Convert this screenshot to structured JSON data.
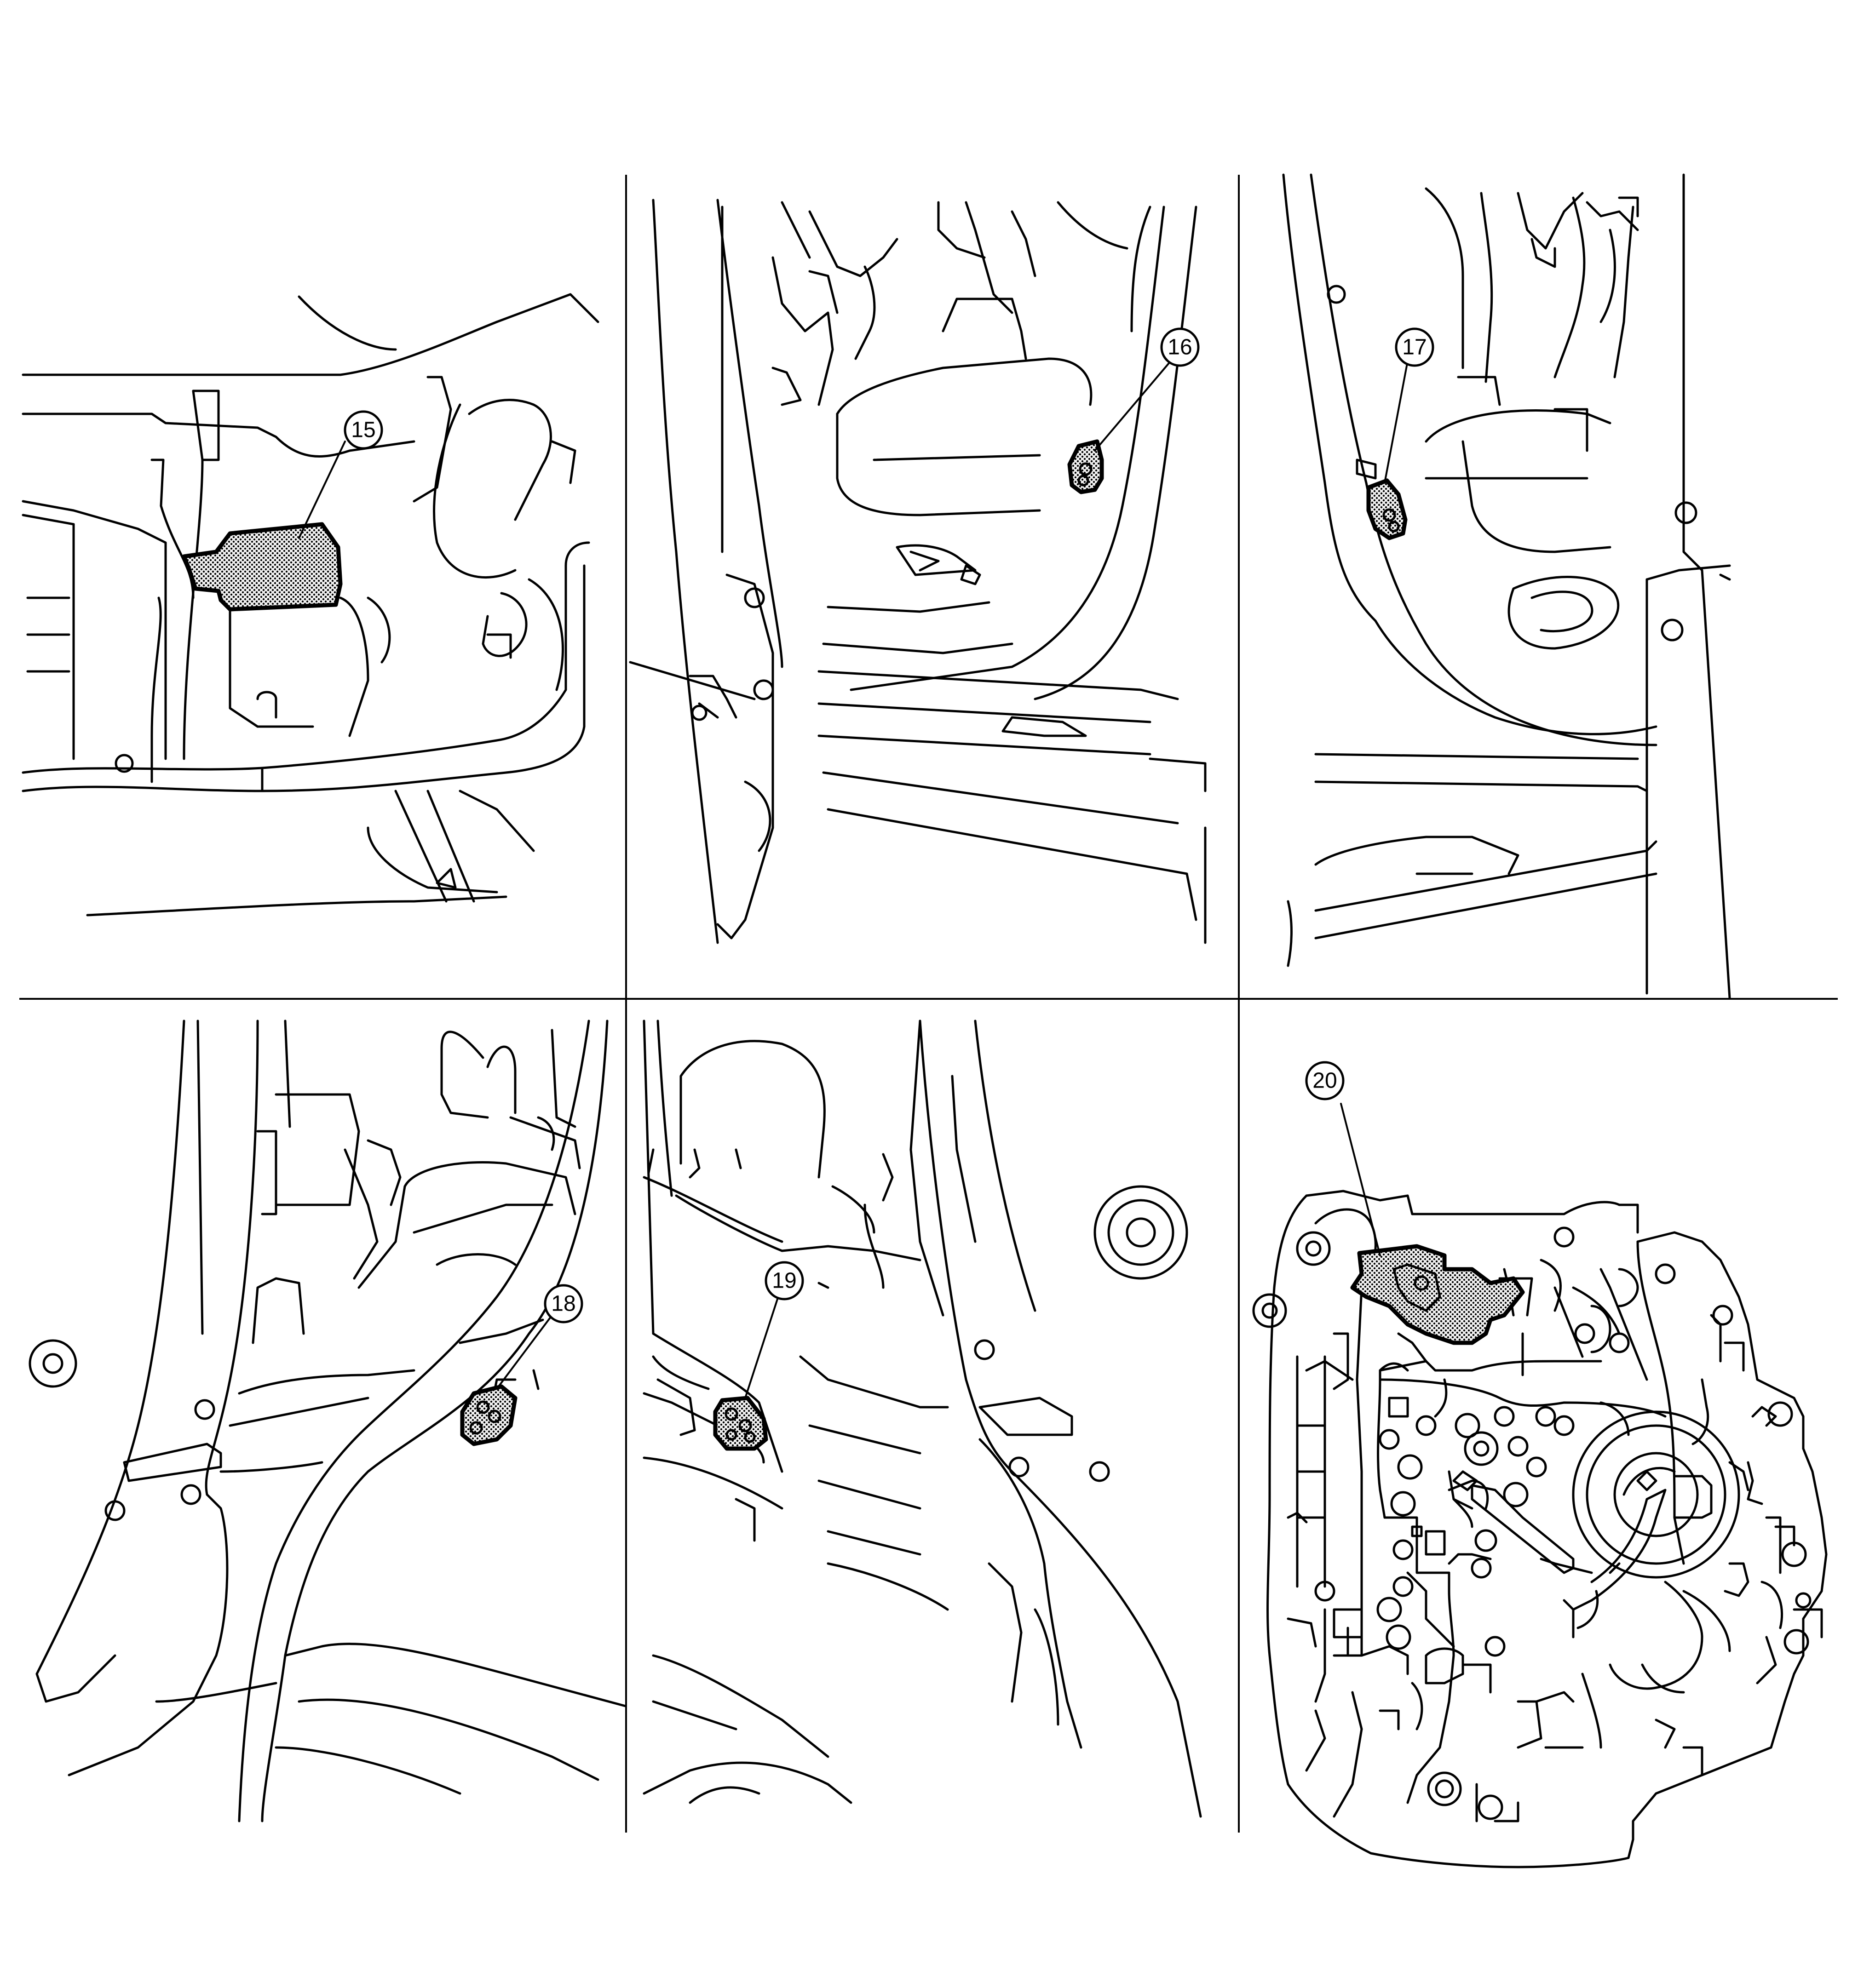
{
  "figure": {
    "panels": [
      {
        "id": "panel-1",
        "callout": "15",
        "highlight": "module-unit"
      },
      {
        "id": "panel-2",
        "callout": "16",
        "highlight": "pillar-connector"
      },
      {
        "id": "panel-3",
        "callout": "17",
        "highlight": "pillar-connector"
      },
      {
        "id": "panel-4",
        "callout": "18",
        "highlight": "pillar-connector"
      },
      {
        "id": "panel-5",
        "callout": "19",
        "highlight": "pillar-connector"
      },
      {
        "id": "panel-6",
        "callout": "20",
        "highlight": "transmission-component"
      }
    ]
  },
  "style": {
    "line_color": "#000000",
    "background": "#ffffff",
    "highlight_pattern": "dotted"
  }
}
